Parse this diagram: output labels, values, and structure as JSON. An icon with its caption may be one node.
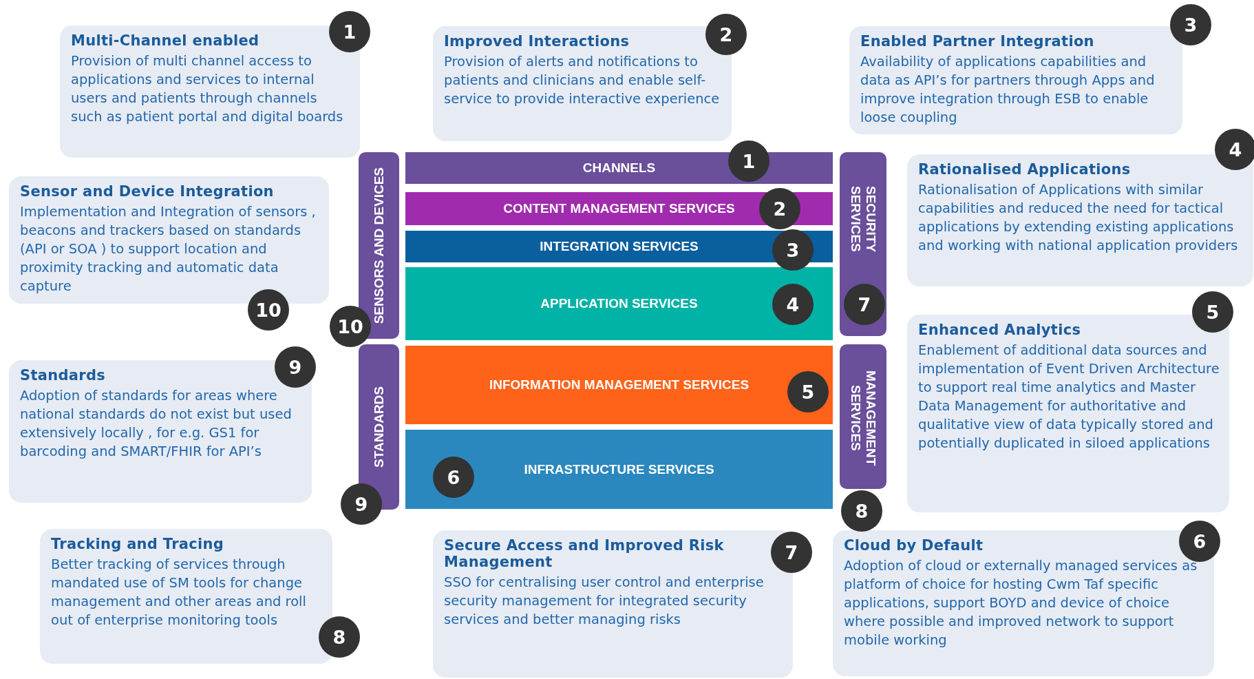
{
  "diagram": {
    "nodes": [
      {
        "text": [
          "Multi-Channel enabled",
          "Provision of multi channel access to applications and services to internal users and patients through channels such as  patient portal and digital boards"
        ]
      },
      {
        "text": [
          "1"
        ]
      },
      {
        "text": [
          "Improved Interactions",
          "Provision of alerts and notifications to patients and clinicians and enable self-service to provide interactive experience"
        ]
      },
      {
        "text": [
          "2"
        ]
      },
      {
        "text": [
          "Enabled Partner Integration",
          "Availability of  applications capabilities and data as API’s for partners through Apps and improve integration through ESB to enable loose coupling"
        ]
      },
      {
        "text": [
          "3"
        ]
      },
      {
        "text": [
          "Sensor and Device Integration",
          "Implementation and Integration of sensors , beacons and trackers based on standards (API or SOA ) to support location and proximity tracking and automatic data capture"
        ]
      },
      {
        "text": [
          "10"
        ]
      },
      {
        "text": [
          "Rationalised Applications",
          "Rationalisation of Applications with similar capabilities and reduced the need for tactical applications by extending existing applications and working with national application providers"
        ]
      },
      {
        "text": [
          "4"
        ]
      },
      {
        "text": [
          "SENSORS AND DEVICES"
        ]
      },
      {
        "text": [
          "10"
        ]
      },
      {
        "text": [
          "CHANNELS"
        ]
      },
      {
        "text": [
          "1"
        ]
      },
      {
        "text": [
          "CONTENT MANAGEMENT SERVICES"
        ]
      },
      {
        "text": [
          "2"
        ]
      },
      {
        "text": [
          "INTEGRATION  SERVICES"
        ]
      },
      {
        "text": [
          "3"
        ]
      },
      {
        "text": [
          "APPLICATION SERVICES"
        ]
      },
      {
        "text": [
          "4"
        ],
        "in": 18
      },
      {
        "text": [
          "SECURITY SERVICES"
        ]
      },
      {
        "text": [
          "7"
        ],
        "in": 20
      },
      {
        "text": [
          "Standards",
          "Adoption of standards for areas where national standards do not exist but used extensively locally , for e.g. GS1 for barcoding and SMART/FHIR for API’s"
        ]
      },
      {
        "text": [
          "9"
        ]
      },
      {
        "text": [
          "Enhanced Analytics",
          "Enablement of additional data sources and implementation of Event Driven Architecture to support real time analytics and Master Data Management for authoritative and qualitative view of data typically stored and potentially duplicated in siloed applications"
        ]
      },
      {
        "text": [
          "5"
        ]
      },
      {
        "text": [
          "STANDARDS"
        ]
      },
      {
        "text": [
          "9"
        ]
      },
      {
        "text": [
          "INFORMATION MANAGEMENT SERVICES"
        ]
      },
      {
        "text": [
          "5"
        ],
        "in": 28
      },
      {
        "text": [
          "INFRASTRUCTURE SERVICES"
        ]
      },
      {
        "text": [
          "6"
        ],
        "in": 30
      },
      {
        "text": [
          "MANAGEMENT SERVICES"
        ]
      },
      {
        "text": [
          "8"
        ]
      },
      {
        "text": [
          "Tracking and Tracing",
          "Better tracking of services through mandated use of SM tools for change management and other areas and roll out of enterprise monitoring tools"
        ]
      },
      {
        "text": [
          "8"
        ]
      },
      {
        "text": [
          "Secure Access and Improved Risk Management",
          "SSO for centralising user control and enterprise security management for integrated security services and better managing risks"
        ]
      },
      {
        "text": [
          "7"
        ]
      },
      {
        "text": [
          "Cloud by Default",
          "Adoption of cloud or externally managed services as platform of choice for hosting Cwm Taf specific applications, support BOYD and device of choice where possible and improved network to support mobile working"
        ]
      },
      {
        "text": [
          "6"
        ]
      }
    ]
  }
}
